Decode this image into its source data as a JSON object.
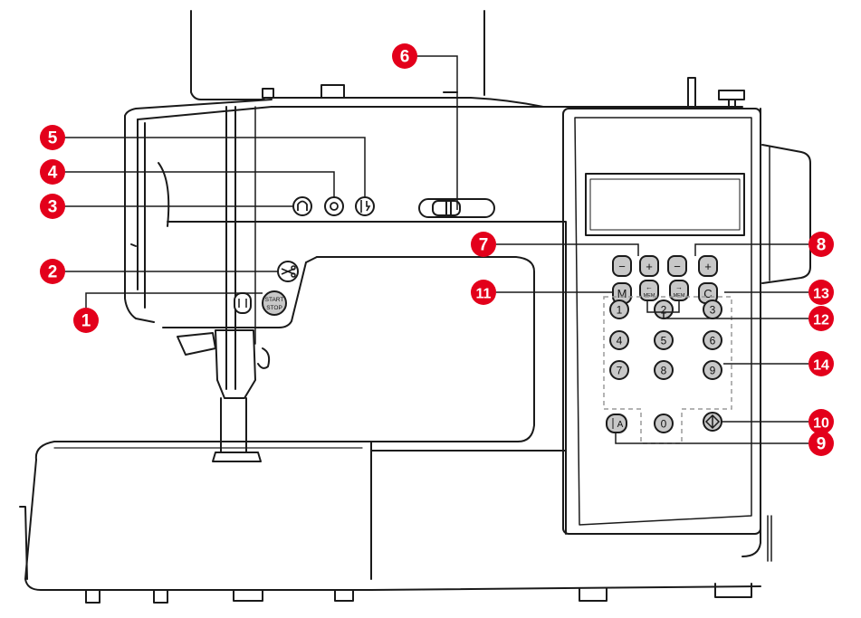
{
  "callouts": [
    {
      "id": "c1",
      "label": "1"
    },
    {
      "id": "c2",
      "label": "2"
    },
    {
      "id": "c3",
      "label": "3"
    },
    {
      "id": "c4",
      "label": "4"
    },
    {
      "id": "c5",
      "label": "5"
    },
    {
      "id": "c6",
      "label": "6"
    },
    {
      "id": "c7",
      "label": "7"
    },
    {
      "id": "c8",
      "label": "8"
    },
    {
      "id": "c9",
      "label": "9"
    },
    {
      "id": "c10",
      "label": "10"
    },
    {
      "id": "c11",
      "label": "11"
    },
    {
      "id": "c12",
      "label": "12"
    },
    {
      "id": "c13",
      "label": "13"
    },
    {
      "id": "c14",
      "label": "14"
    }
  ],
  "buttons": {
    "start_stop_line1": "START",
    "start_stop_line2": "STOP",
    "minus": "−",
    "plus": "+",
    "memory": "M",
    "mem_label": "MEM",
    "clear": "C",
    "auto_a": "A",
    "numpad": [
      "1",
      "2",
      "3",
      "4",
      "5",
      "6",
      "7",
      "8",
      "9",
      "0"
    ]
  },
  "colors": {
    "callout_red": "#e3001b",
    "outline": "#1a1a1a",
    "key_fill": "#c8c8c8",
    "dashed": "#9a9a9a"
  },
  "icons": {
    "scissors": "scissors-icon",
    "needle_up_down": "needle-up-down-icon",
    "reverse": "reverse-stitch-icon",
    "lock": "lock-stitch-icon",
    "needle_position": "needle-position-icon",
    "cursor": "cursor-icon"
  }
}
